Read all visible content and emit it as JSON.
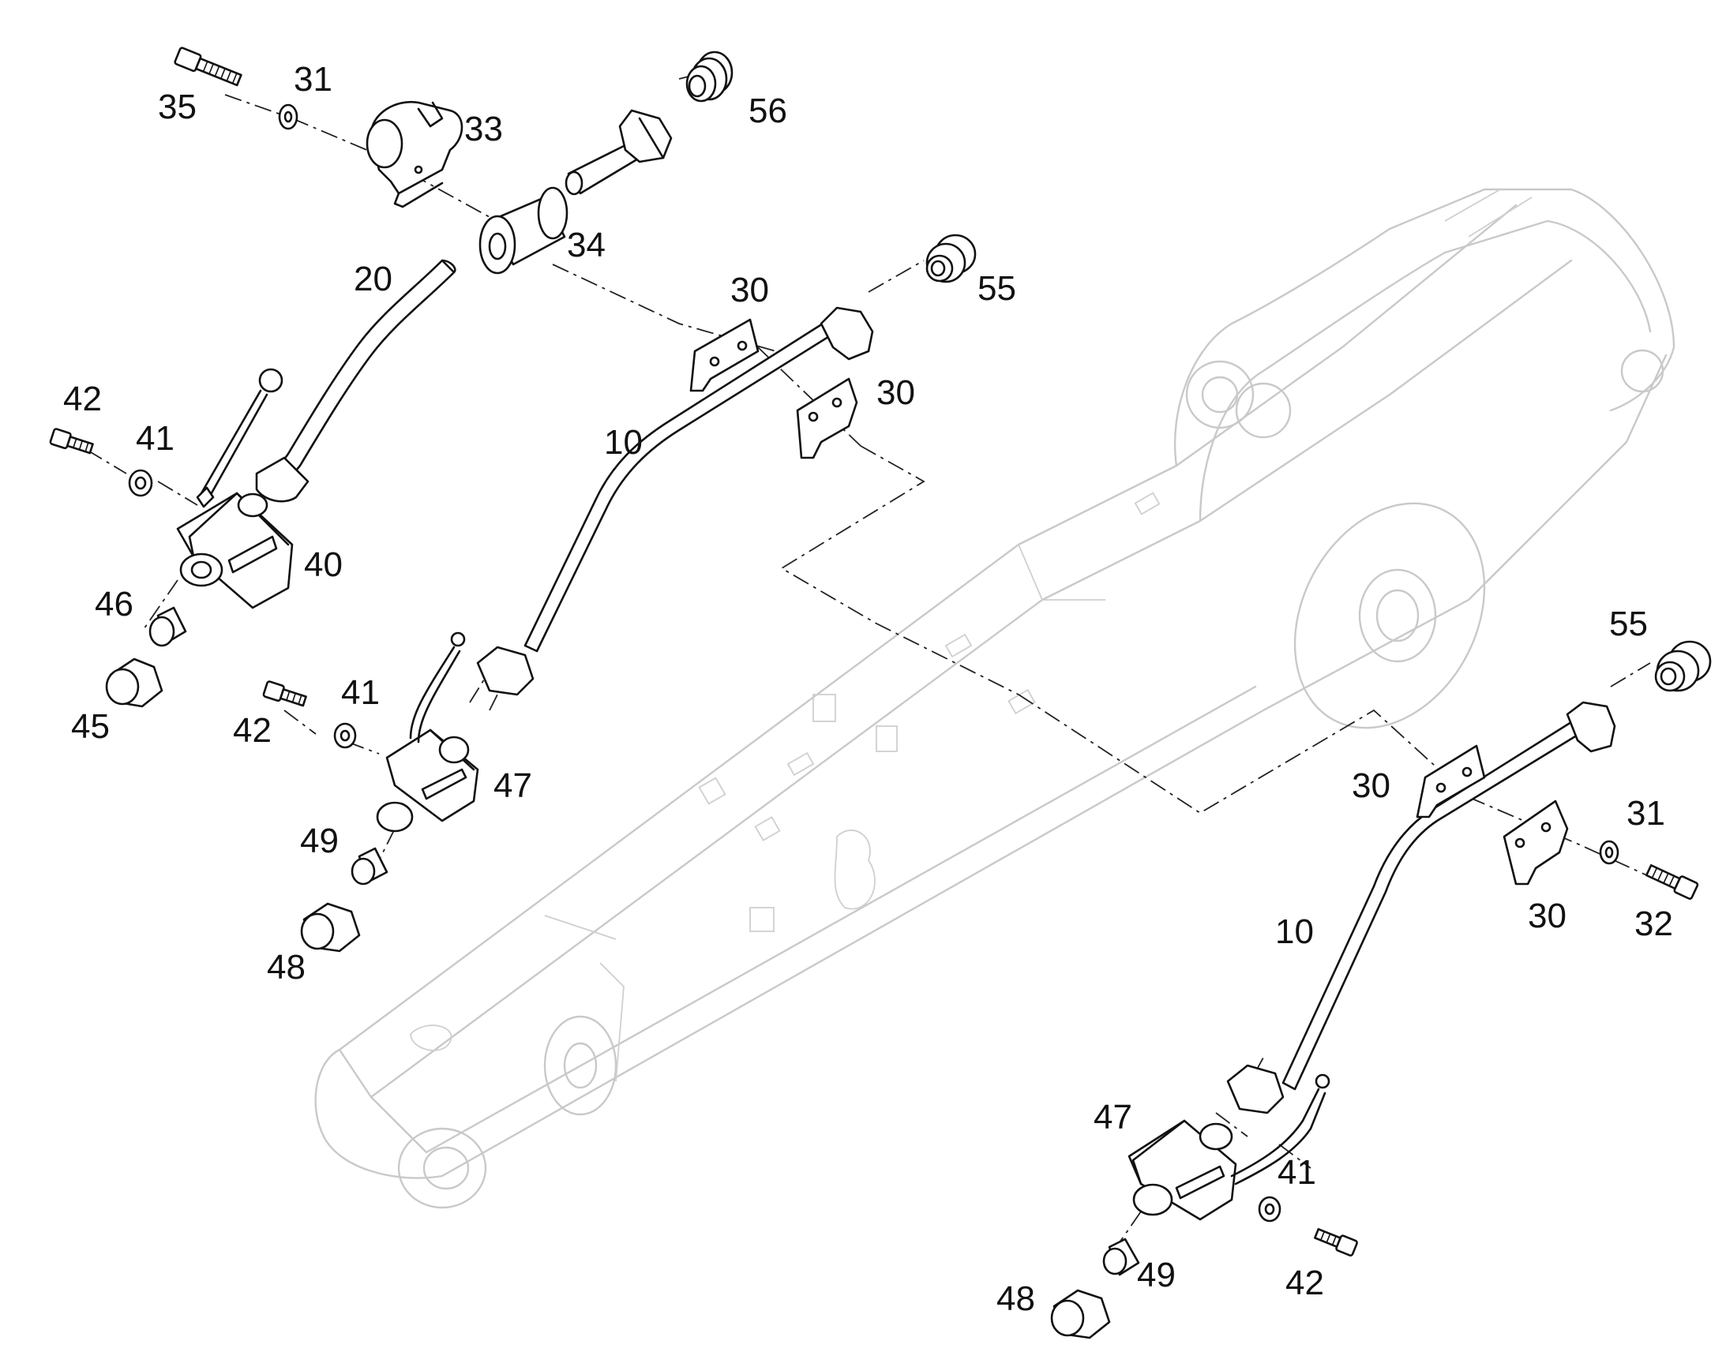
{
  "callouts": [
    {
      "id": "c35",
      "text": "35"
    },
    {
      "id": "c31a",
      "text": "31"
    },
    {
      "id": "c33",
      "text": "33"
    },
    {
      "id": "c56",
      "text": "56"
    },
    {
      "id": "c34",
      "text": "34"
    },
    {
      "id": "c20",
      "text": "20"
    },
    {
      "id": "c55a",
      "text": "55"
    },
    {
      "id": "c30a",
      "text": "30"
    },
    {
      "id": "c30b",
      "text": "30"
    },
    {
      "id": "c42a",
      "text": "42"
    },
    {
      "id": "c41a",
      "text": "41"
    },
    {
      "id": "c10a",
      "text": "10"
    },
    {
      "id": "c40",
      "text": "40"
    },
    {
      "id": "c46",
      "text": "46"
    },
    {
      "id": "c45",
      "text": "45"
    },
    {
      "id": "c41b",
      "text": "41"
    },
    {
      "id": "c42b",
      "text": "42"
    },
    {
      "id": "c47a",
      "text": "47"
    },
    {
      "id": "c49a",
      "text": "49"
    },
    {
      "id": "c48a",
      "text": "48"
    },
    {
      "id": "c55b",
      "text": "55"
    },
    {
      "id": "c30c",
      "text": "30"
    },
    {
      "id": "c31b",
      "text": "31"
    },
    {
      "id": "c30d",
      "text": "30"
    },
    {
      "id": "c32",
      "text": "32"
    },
    {
      "id": "c10b",
      "text": "10"
    },
    {
      "id": "c47b",
      "text": "47"
    },
    {
      "id": "c41c",
      "text": "41"
    },
    {
      "id": "c48b",
      "text": "48"
    },
    {
      "id": "c49b",
      "text": "49"
    },
    {
      "id": "c42c",
      "text": "42"
    }
  ]
}
